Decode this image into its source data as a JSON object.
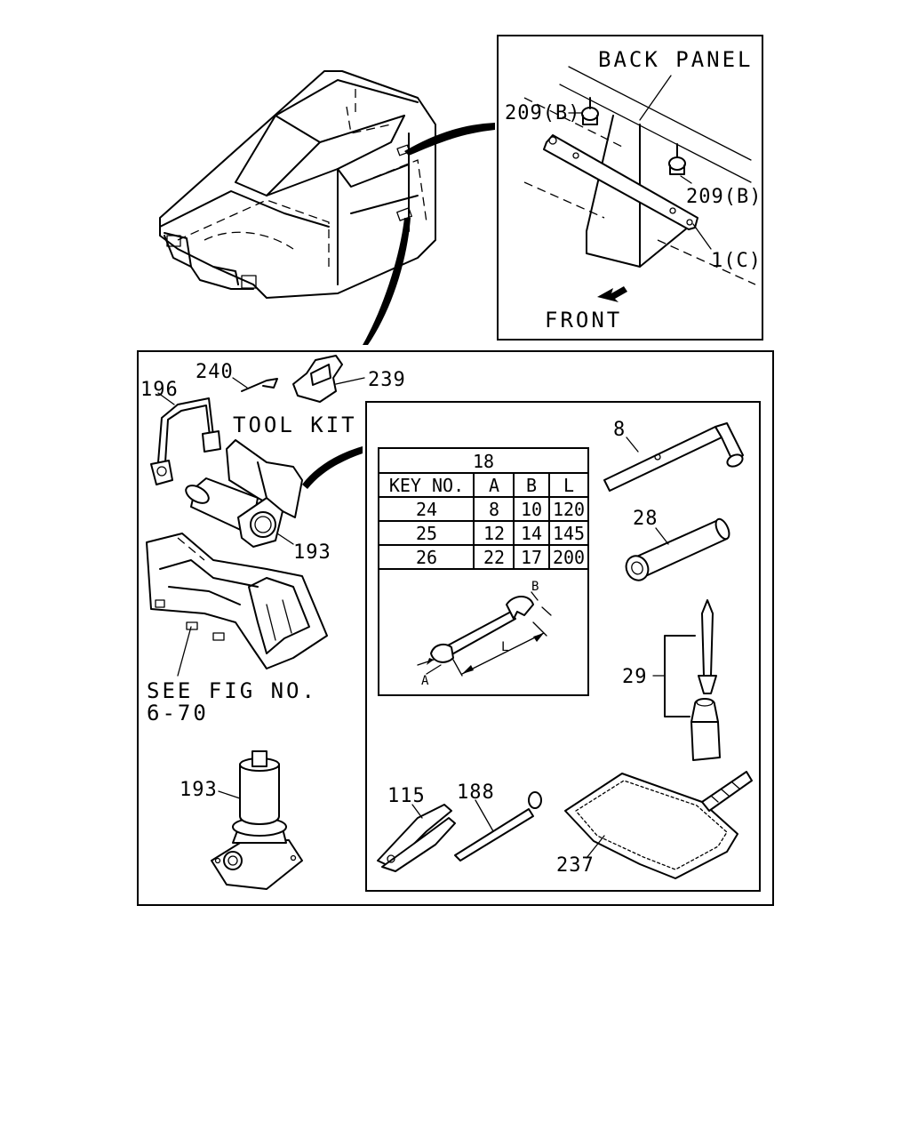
{
  "inset": {
    "back_panel": "BACK PANEL",
    "front": "FRONT",
    "callouts": [
      "209(B)",
      "209(B)",
      "1(C)"
    ]
  },
  "tool_kit_label": "TOOL KIT",
  "see_fig": {
    "line1": "SEE FIG NO.",
    "line2": "6-70"
  },
  "callouts": {
    "c240": "240",
    "c239": "239",
    "c196": "196",
    "c193a": "193",
    "c193b": "193",
    "c8": "8",
    "c28": "28",
    "c29": "29",
    "c115": "115",
    "c188": "188",
    "c237": "237"
  },
  "spec_table": {
    "title": "18",
    "headers": [
      "KEY NO.",
      "A",
      "B",
      "L"
    ],
    "rows": [
      [
        "24",
        "8",
        "10",
        "120"
      ],
      [
        "25",
        "12",
        "14",
        "145"
      ],
      [
        "26",
        "22",
        "17",
        "200"
      ]
    ],
    "dim_labels": {
      "a": "A",
      "b": "B",
      "l": "L"
    }
  }
}
